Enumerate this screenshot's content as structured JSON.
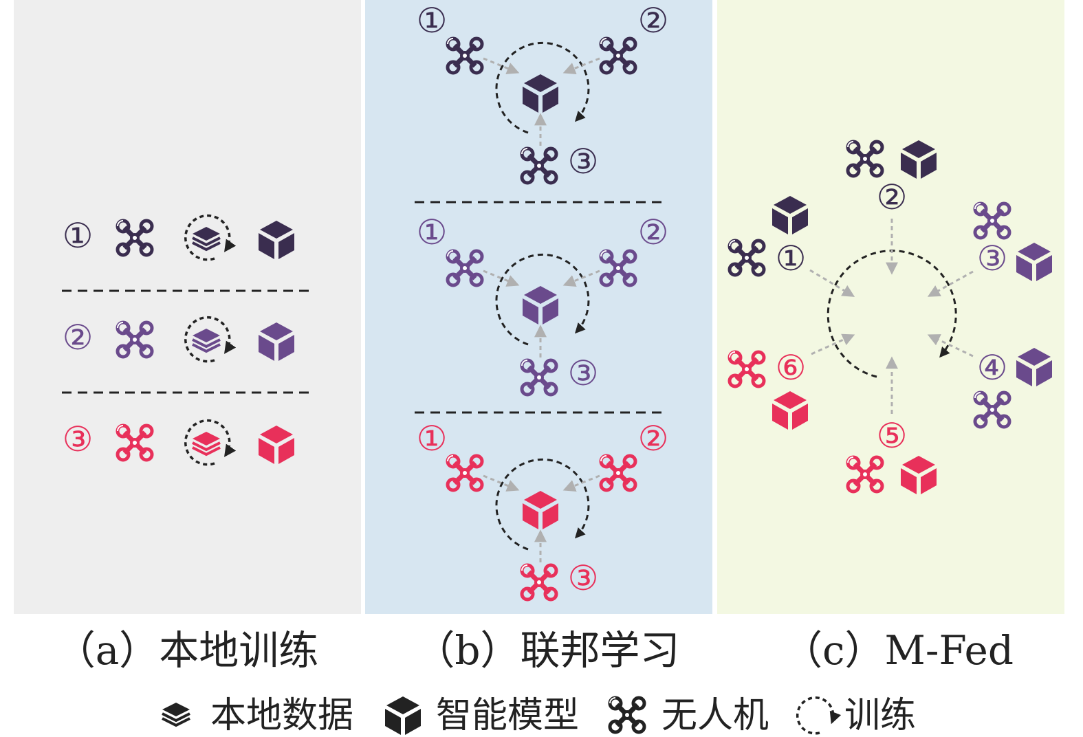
{
  "colors": {
    "drone1": "#3a2d4f",
    "drone2": "#6a4a8c",
    "drone3": "#e8305a",
    "panel_a": "#eeeeee",
    "panel_b": "#d7e6f1",
    "panel_c": "#f3f8e2",
    "arrow": "#b0b0b0",
    "dashed": "#222222"
  },
  "numbers": {
    "n1": "①",
    "n2": "②",
    "n3": "③",
    "n4": "④",
    "n5": "⑤",
    "n6": "⑥"
  },
  "captions": {
    "a": "（a）本地训练",
    "b": "（b）联邦学习",
    "c": "（c）M-Fed"
  },
  "legend": {
    "data": "本地数据",
    "model": "智能模型",
    "drone": "无人机",
    "train": "训练"
  },
  "icons": {
    "drone": "drone-icon",
    "model": "cube-icon",
    "data": "layers-icon",
    "train": "circular-arrow-icon"
  }
}
